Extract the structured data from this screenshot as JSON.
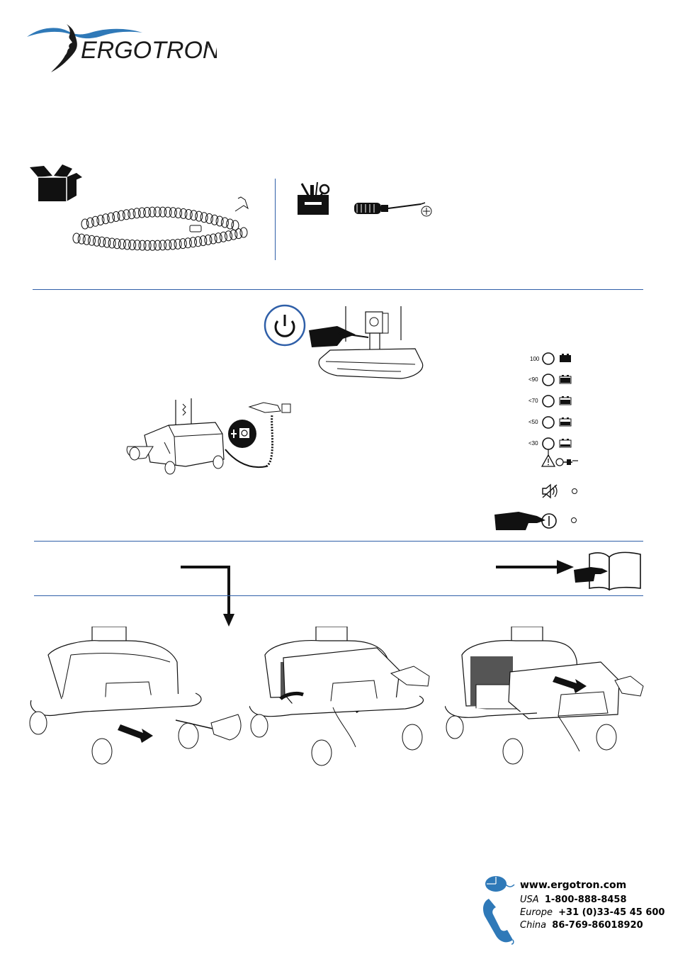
{
  "brand": {
    "name": "ERGOTRON",
    "registered": "®",
    "accent_color": "#2f79b8"
  },
  "battery_indicator": {
    "levels": [
      {
        "label": "100",
        "icon": "battery-full-icon"
      },
      {
        "label": "<90",
        "icon": "battery-90-icon"
      },
      {
        "label": "<70",
        "icon": "battery-70-icon"
      },
      {
        "label": "<50",
        "icon": "battery-50-icon"
      },
      {
        "label": "<30",
        "icon": "battery-30-icon"
      }
    ]
  },
  "contact": {
    "website": "www.ergotron.com",
    "phones": [
      {
        "region": "USA",
        "number": "1-800-888-8458"
      },
      {
        "region": "Europe",
        "number": "+31 (0)33-45 45 600"
      },
      {
        "region": "China",
        "number": "86-769-86018920"
      }
    ]
  }
}
